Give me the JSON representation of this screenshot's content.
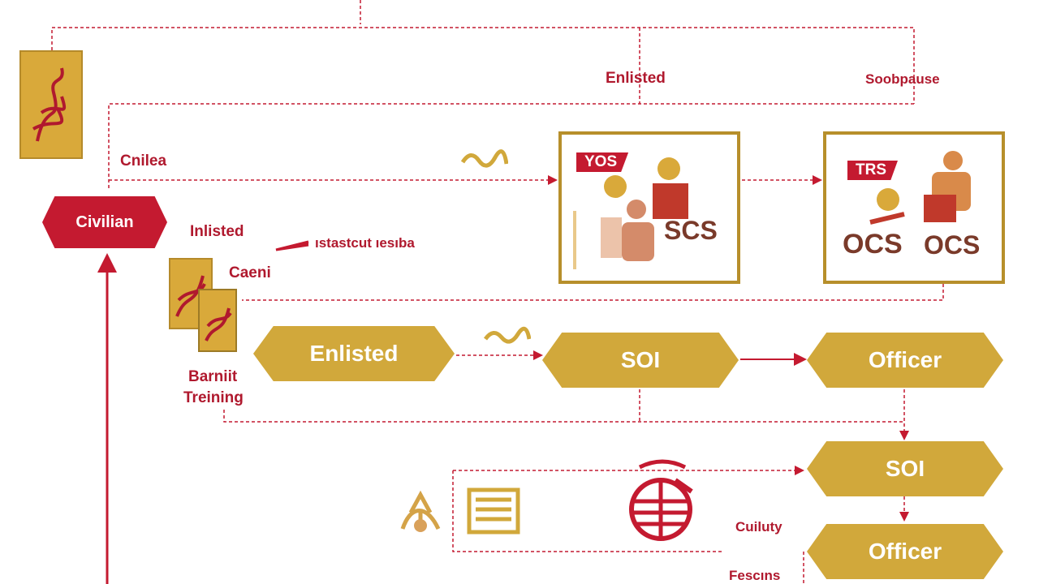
{
  "labels": {
    "enlisted_top": "Enlisted",
    "top_right": "Soobpause",
    "civilian_small": "Cnilea",
    "inlisted": "Inlisted",
    "arrow_note": "ıstastcut ıesıba",
    "cadet": "Caeni",
    "basic_line1": "Barniit",
    "basic_line2": "Treining",
    "cultury": "Cuiluty",
    "bottom_note": "Fescıns"
  },
  "nodes": {
    "civilian": "Civilian",
    "enlisted": "Enlisted",
    "soi_mid": "SOI",
    "officer_mid": "Officer",
    "soi_low": "SOI",
    "officer_low": "Officer"
  },
  "cards": {
    "left": {
      "tag": "YOS",
      "big": "SCS"
    },
    "right": {
      "tag": "TRS",
      "big1": "OCS",
      "big2": "OCS"
    }
  },
  "colors": {
    "red": "#c41a30",
    "gold": "#d1a83b",
    "frame": "#b78f2b"
  }
}
